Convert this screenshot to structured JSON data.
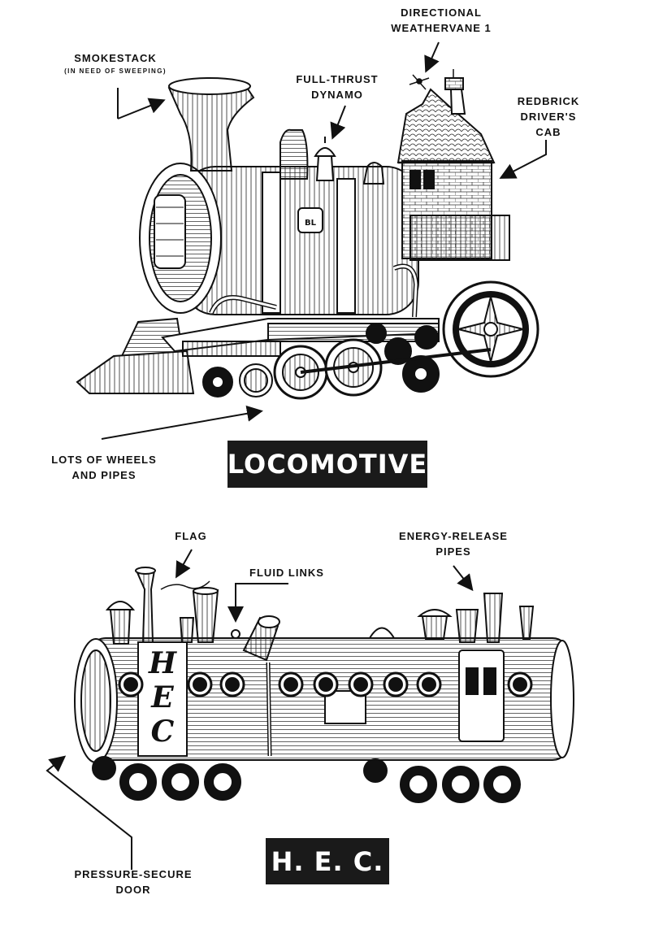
{
  "locomotive": {
    "title": "LOCOMOTIVE",
    "badge": "BL",
    "labels": {
      "smokestack": "SMOKESTACK",
      "smokestack_note": "(IN NEED OF SWEEPING)",
      "dynamo_1": "FULL-THRUST",
      "dynamo_2": "DYNAMO",
      "weathervane_1": "DIRECTIONAL",
      "weathervane_2": "WEATHERVANE 1",
      "cab_1": "REDBRICK",
      "cab_2": "DRIVER'S",
      "cab_3": "CAB",
      "wheels_1": "LOTS OF WHEELS",
      "wheels_2": "AND PIPES"
    }
  },
  "hec": {
    "title": "H. E. C.",
    "side_letters": [
      "H",
      "E",
      "C"
    ],
    "labels": {
      "flag": "FLAG",
      "fluid_links": "FLUID LINKS",
      "pipes_1": "ENERGY-RELEASE",
      "pipes_2": "PIPES",
      "door_1": "PRESSURE-SECURE",
      "door_2": "DOOR"
    }
  },
  "colors": {
    "ink": "#111111",
    "paper": "#ffffff",
    "title_bg": "#1a1a1a"
  }
}
